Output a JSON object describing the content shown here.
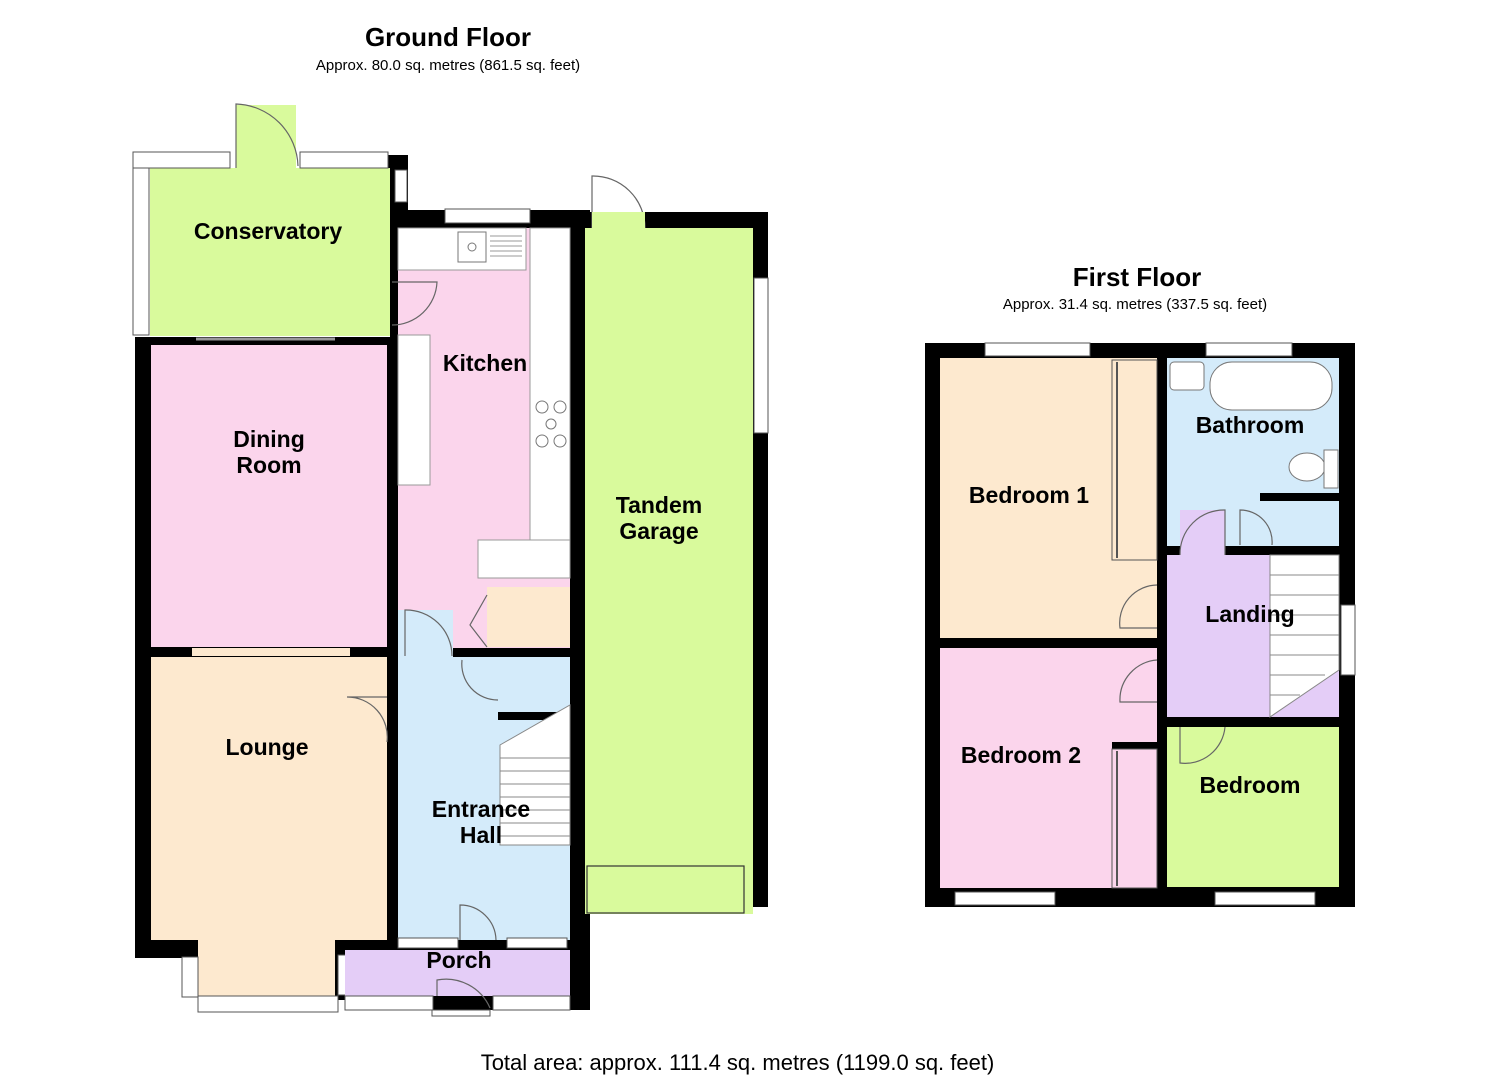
{
  "ground_floor": {
    "title": "Ground Floor",
    "area": "Approx. 80.0 sq. metres (861.5 sq. feet)",
    "rooms": {
      "conservatory": "Conservatory",
      "kitchen": "Kitchen",
      "dining_room_line1": "Dining",
      "dining_room_line2": "Room",
      "tandem_garage_line1": "Tandem",
      "tandem_garage_line2": "Garage",
      "lounge": "Lounge",
      "entrance_hall_line1": "Entrance",
      "entrance_hall_line2": "Hall",
      "porch": "Porch"
    }
  },
  "first_floor": {
    "title": "First Floor",
    "area": "Approx. 31.4 sq. metres (337.5 sq. feet)",
    "rooms": {
      "bedroom_1": "Bedroom 1",
      "bathroom": "Bathroom",
      "landing": "Landing",
      "bedroom_2": "Bedroom 2",
      "bedroom": "Bedroom"
    }
  },
  "total_area": "Total area: approx. 111.4 sq. metres (1199.0 sq. feet)",
  "colors": {
    "wall": "#000000",
    "green": "#d9fa9c",
    "pink": "#fbd5ec",
    "peach": "#fde9cf",
    "blue": "#d4ebfa",
    "lavender": "#e4cdf7",
    "window": "#ffffff"
  }
}
